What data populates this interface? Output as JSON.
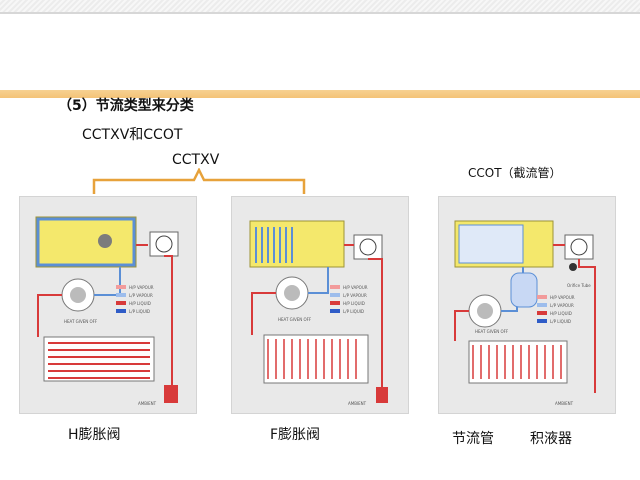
{
  "slide": {
    "title": "（5）节流类型来分类",
    "subtitle_line1": "CCTXV和CCOT",
    "subtitle_cctxv": "CCTXV",
    "subtitle_ccot": "CCOT（截流管）"
  },
  "diagram1": {
    "caption": "H膨胀阀",
    "label_left": "HEAT GIVEN OFF",
    "label_bottom": "AMBIENT",
    "legend": [
      "H/P VAPOUR",
      "L/P VAPOUR",
      "H/P LIQUID",
      "L/P LIQUID"
    ]
  },
  "diagram2": {
    "caption": "F膨胀阀",
    "label_left": "HEAT GIVEN OFF",
    "label_bottom": "AMBIENT",
    "legend": [
      "H/P VAPOUR",
      "L/P VAPOUR",
      "H/P LIQUID",
      "L/P LIQUID"
    ]
  },
  "diagram3": {
    "caption_left": "节流管",
    "caption_right": "积液器",
    "label_left": "HEAT GIVEN OFF",
    "label_bottom": "AMBIENT",
    "label_tube": "Orifice Tube",
    "legend": [
      "H/P VAPOUR",
      "L/P VAPOUR",
      "H/P LIQUID",
      "L/P LIQUID"
    ]
  },
  "colors": {
    "yellow_box": "#f4e86c",
    "red_line": "#d83a3a",
    "blue_line": "#5b8fd6",
    "bracket_orange": "#e7a23b"
  }
}
